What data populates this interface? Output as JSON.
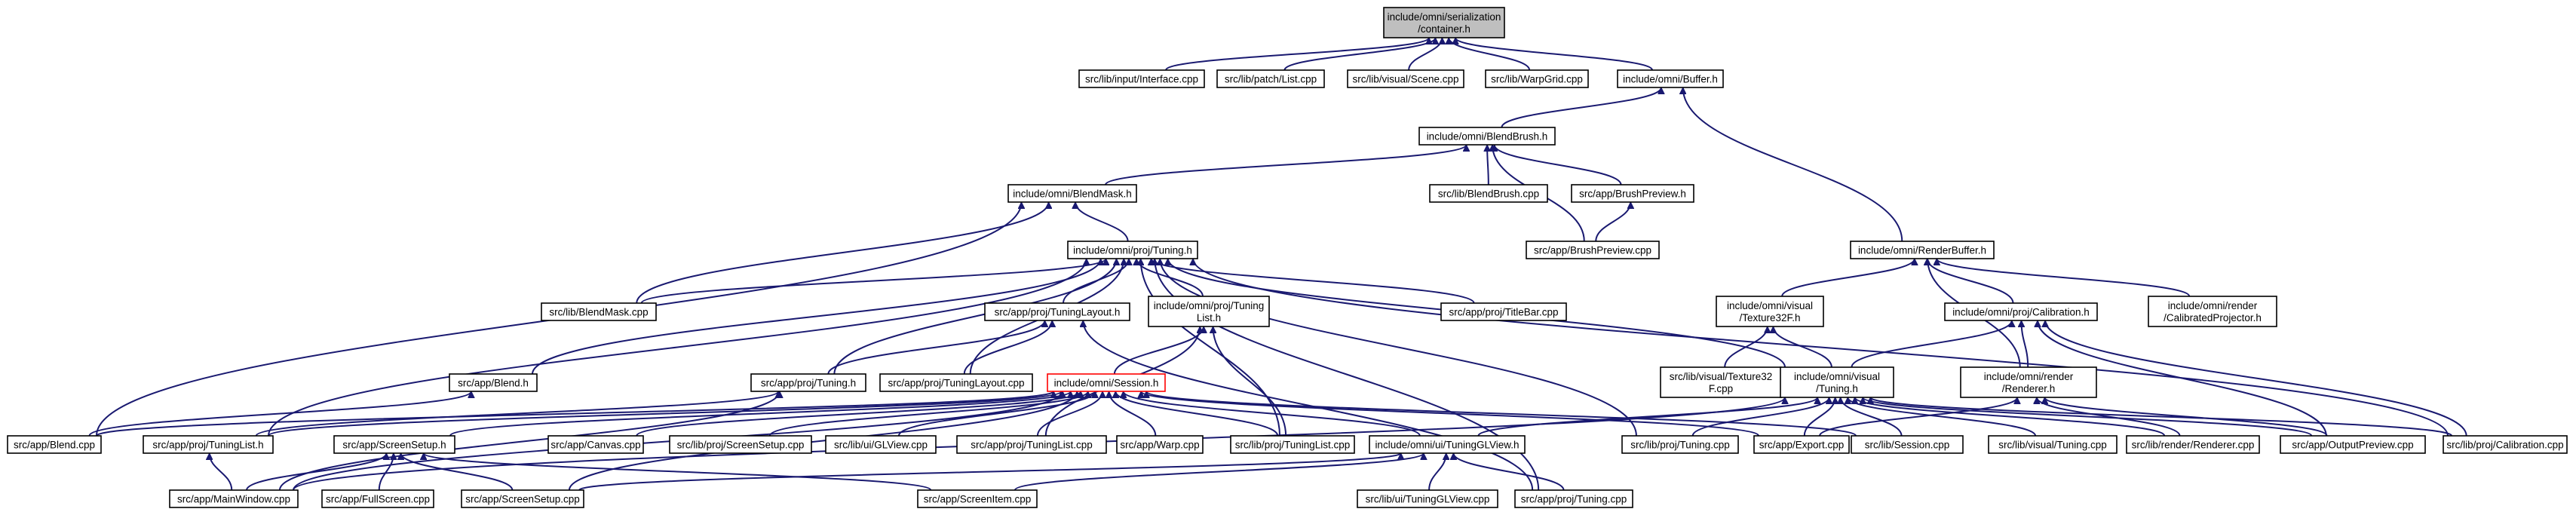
{
  "colors": {
    "edge": "#191970",
    "root_fill": "#bfbfbf",
    "highlight_border": "#ff0000",
    "node_border": "#000000"
  },
  "nodes": [
    {
      "id": "container_h",
      "lines": [
        "include/omni/serialization",
        "/container.h"
      ],
      "style": "root"
    },
    {
      "id": "interface_cpp",
      "lines": [
        "src/lib/input/Interface.cpp"
      ]
    },
    {
      "id": "patch_list_cpp",
      "lines": [
        "src/lib/patch/List.cpp"
      ]
    },
    {
      "id": "scene_cpp",
      "lines": [
        "src/lib/visual/Scene.cpp"
      ]
    },
    {
      "id": "warpgrid_cpp",
      "lines": [
        "src/lib/WarpGrid.cpp"
      ]
    },
    {
      "id": "buffer_h",
      "lines": [
        "include/omni/Buffer.h"
      ]
    },
    {
      "id": "blendbrush_h",
      "lines": [
        "include/omni/BlendBrush.h"
      ]
    },
    {
      "id": "blendmask_h",
      "lines": [
        "include/omni/BlendMask.h"
      ]
    },
    {
      "id": "lib_blendbrush_cpp",
      "lines": [
        "src/lib/BlendBrush.cpp"
      ]
    },
    {
      "id": "brushpreview_h",
      "lines": [
        "src/app/BrushPreview.h"
      ]
    },
    {
      "id": "brushpreview_cpp",
      "lines": [
        "src/app/BrushPreview.cpp"
      ]
    },
    {
      "id": "renderbuffer_h",
      "lines": [
        "include/omni/RenderBuffer.h"
      ]
    },
    {
      "id": "proj_tuning_h",
      "lines": [
        "include/omni/proj/Tuning.h"
      ]
    },
    {
      "id": "lib_blendmask_cpp",
      "lines": [
        "src/lib/BlendMask.cpp"
      ]
    },
    {
      "id": "app_tuninglayout_h",
      "lines": [
        "src/app/proj/TuningLayout.h"
      ]
    },
    {
      "id": "proj_tuninglist_h",
      "lines": [
        "include/omni/proj/Tuning",
        "List.h"
      ]
    },
    {
      "id": "titlebar_cpp",
      "lines": [
        "src/app/proj/TitleBar.cpp"
      ]
    },
    {
      "id": "visual_texture32f_h",
      "lines": [
        "include/omni/visual",
        "/Texture32F.h"
      ]
    },
    {
      "id": "proj_calibration_h",
      "lines": [
        "include/omni/proj/Calibration.h"
      ]
    },
    {
      "id": "calibratedprojector_h",
      "lines": [
        "include/omni/render",
        "/CalibratedProjector.h"
      ]
    },
    {
      "id": "app_blend_h",
      "lines": [
        "src/app/Blend.h"
      ]
    },
    {
      "id": "app_proj_tuning_h",
      "lines": [
        "src/app/proj/Tuning.h"
      ]
    },
    {
      "id": "app_tuninglayout_cpp",
      "lines": [
        "src/app/proj/TuningLayout.cpp"
      ]
    },
    {
      "id": "session_h",
      "lines": [
        "include/omni/Session.h"
      ],
      "style": "red"
    },
    {
      "id": "lib_texture32f_cpp",
      "lines": [
        "src/lib/visual/Texture32",
        "F.cpp"
      ]
    },
    {
      "id": "visual_tuning_h",
      "lines": [
        "include/omni/visual",
        "/Tuning.h"
      ]
    },
    {
      "id": "render_renderer_h",
      "lines": [
        "include/omni/render",
        "/Renderer.h"
      ]
    },
    {
      "id": "app_blend_cpp",
      "lines": [
        "src/app/Blend.cpp"
      ]
    },
    {
      "id": "app_tuninglist_h",
      "lines": [
        "src/app/proj/TuningList.h"
      ]
    },
    {
      "id": "app_screensetup_h",
      "lines": [
        "src/app/ScreenSetup.h"
      ]
    },
    {
      "id": "app_canvas_cpp",
      "lines": [
        "src/app/Canvas.cpp"
      ]
    },
    {
      "id": "lib_screensetup_cpp",
      "lines": [
        "src/lib/proj/ScreenSetup.cpp"
      ]
    },
    {
      "id": "glview_cpp",
      "lines": [
        "src/lib/ui/GLView.cpp"
      ]
    },
    {
      "id": "app_tuninglist_cpp",
      "lines": [
        "src/app/proj/TuningList.cpp"
      ]
    },
    {
      "id": "app_warp_cpp",
      "lines": [
        "src/app/Warp.cpp"
      ]
    },
    {
      "id": "lib_tuninglist_cpp",
      "lines": [
        "src/lib/proj/TuningList.cpp"
      ]
    },
    {
      "id": "ui_tuningglview_h",
      "lines": [
        "include/omni/ui/TuningGLView.h"
      ]
    },
    {
      "id": "lib_proj_tuning_cpp",
      "lines": [
        "src/lib/proj/Tuning.cpp"
      ]
    },
    {
      "id": "app_export_cpp",
      "lines": [
        "src/app/Export.cpp"
      ]
    },
    {
      "id": "lib_session_cpp",
      "lines": [
        "src/lib/Session.cpp"
      ]
    },
    {
      "id": "lib_visual_tuning_cpp",
      "lines": [
        "src/lib/visual/Tuning.cpp"
      ]
    },
    {
      "id": "renderer_cpp",
      "lines": [
        "src/lib/render/Renderer.cpp"
      ]
    },
    {
      "id": "outputpreview_cpp",
      "lines": [
        "src/app/OutputPreview.cpp"
      ]
    },
    {
      "id": "lib_calibration_cpp",
      "lines": [
        "src/lib/proj/Calibration.cpp"
      ]
    },
    {
      "id": "mainwindow_cpp",
      "lines": [
        "src/app/MainWindow.cpp"
      ]
    },
    {
      "id": "fullscreen_cpp",
      "lines": [
        "src/app/FullScreen.cpp"
      ]
    },
    {
      "id": "app_screensetup_cpp",
      "lines": [
        "src/app/ScreenSetup.cpp"
      ]
    },
    {
      "id": "screenitem_cpp",
      "lines": [
        "src/app/ScreenItem.cpp"
      ]
    },
    {
      "id": "tuningglview_cpp",
      "lines": [
        "src/lib/ui/TuningGLView.cpp"
      ]
    },
    {
      "id": "app_proj_tuning_cpp",
      "lines": [
        "src/app/proj/Tuning.cpp"
      ]
    }
  ],
  "edges": [
    [
      "interface_cpp",
      "container_h"
    ],
    [
      "patch_list_cpp",
      "container_h"
    ],
    [
      "scene_cpp",
      "container_h"
    ],
    [
      "warpgrid_cpp",
      "container_h"
    ],
    [
      "buffer_h",
      "container_h"
    ],
    [
      "blendbrush_h",
      "buffer_h"
    ],
    [
      "renderbuffer_h",
      "buffer_h"
    ],
    [
      "blendmask_h",
      "blendbrush_h"
    ],
    [
      "lib_blendbrush_cpp",
      "blendbrush_h"
    ],
    [
      "brushpreview_h",
      "blendbrush_h"
    ],
    [
      "brushpreview_cpp",
      "blendbrush_h"
    ],
    [
      "brushpreview_cpp",
      "brushpreview_h"
    ],
    [
      "proj_tuning_h",
      "blendmask_h"
    ],
    [
      "lib_blendmask_cpp",
      "blendmask_h"
    ],
    [
      "app_blend_cpp",
      "blendmask_h"
    ],
    [
      "lib_blendmask_cpp",
      "proj_tuning_h"
    ],
    [
      "app_tuninglayout_h",
      "proj_tuning_h"
    ],
    [
      "proj_tuninglist_h",
      "proj_tuning_h"
    ],
    [
      "titlebar_cpp",
      "proj_tuning_h"
    ],
    [
      "app_blend_h",
      "proj_tuning_h"
    ],
    [
      "app_proj_tuning_h",
      "proj_tuning_h"
    ],
    [
      "app_tuninglayout_cpp",
      "proj_tuning_h"
    ],
    [
      "visual_tuning_h",
      "proj_tuning_h"
    ],
    [
      "lib_tuninglist_cpp",
      "proj_tuning_h"
    ],
    [
      "lib_proj_tuning_cpp",
      "proj_tuning_h"
    ],
    [
      "lib_calibration_cpp",
      "proj_tuning_h"
    ],
    [
      "app_tuninglist_h",
      "proj_tuning_h"
    ],
    [
      "app_proj_tuning_cpp",
      "proj_tuning_h"
    ],
    [
      "app_proj_tuning_h",
      "app_tuninglayout_h"
    ],
    [
      "app_tuninglayout_cpp",
      "app_tuninglayout_h"
    ],
    [
      "app_proj_tuning_cpp",
      "app_tuninglayout_h"
    ],
    [
      "session_h",
      "proj_tuninglist_h"
    ],
    [
      "app_tuninglist_cpp",
      "proj_tuninglist_h"
    ],
    [
      "lib_tuninglist_cpp",
      "proj_tuninglist_h"
    ],
    [
      "visual_texture32f_h",
      "renderbuffer_h"
    ],
    [
      "proj_calibration_h",
      "renderbuffer_h"
    ],
    [
      "calibratedprojector_h",
      "renderbuffer_h"
    ],
    [
      "render_renderer_h",
      "renderbuffer_h"
    ],
    [
      "lib_texture32f_cpp",
      "visual_texture32f_h"
    ],
    [
      "visual_tuning_h",
      "visual_texture32f_h"
    ],
    [
      "visual_tuning_h",
      "proj_calibration_h"
    ],
    [
      "render_renderer_h",
      "proj_calibration_h"
    ],
    [
      "lib_calibration_cpp",
      "proj_calibration_h"
    ],
    [
      "outputpreview_cpp",
      "proj_calibration_h"
    ],
    [
      "app_blend_cpp",
      "app_blend_h"
    ],
    [
      "mainwindow_cpp",
      "app_proj_tuning_h"
    ],
    [
      "app_tuninglist_h",
      "app_proj_tuning_h"
    ],
    [
      "app_blend_cpp",
      "session_h"
    ],
    [
      "app_tuninglist_h",
      "session_h"
    ],
    [
      "app_screensetup_h",
      "session_h"
    ],
    [
      "app_canvas_cpp",
      "session_h"
    ],
    [
      "lib_screensetup_cpp",
      "session_h"
    ],
    [
      "glview_cpp",
      "session_h"
    ],
    [
      "app_tuninglist_cpp",
      "session_h"
    ],
    [
      "app_warp_cpp",
      "session_h"
    ],
    [
      "lib_tuninglist_cpp",
      "session_h"
    ],
    [
      "ui_tuningglview_h",
      "session_h"
    ],
    [
      "lib_session_cpp",
      "session_h"
    ],
    [
      "app_export_cpp",
      "session_h"
    ],
    [
      "mainwindow_cpp",
      "session_h"
    ],
    [
      "app_screensetup_cpp",
      "session_h"
    ],
    [
      "ui_tuningglview_h",
      "visual_tuning_h"
    ],
    [
      "lib_proj_tuning_cpp",
      "visual_tuning_h"
    ],
    [
      "app_export_cpp",
      "visual_tuning_h"
    ],
    [
      "lib_session_cpp",
      "visual_tuning_h"
    ],
    [
      "lib_visual_tuning_cpp",
      "visual_tuning_h"
    ],
    [
      "renderer_cpp",
      "visual_tuning_h"
    ],
    [
      "outputpreview_cpp",
      "visual_tuning_h"
    ],
    [
      "lib_calibration_cpp",
      "visual_tuning_h"
    ],
    [
      "mainwindow_cpp",
      "visual_tuning_h"
    ],
    [
      "app_export_cpp",
      "render_renderer_h"
    ],
    [
      "renderer_cpp",
      "render_renderer_h"
    ],
    [
      "outputpreview_cpp",
      "render_renderer_h"
    ],
    [
      "mainwindow_cpp",
      "app_tuninglist_h"
    ],
    [
      "mainwindow_cpp",
      "app_screensetup_h"
    ],
    [
      "fullscreen_cpp",
      "app_screensetup_h"
    ],
    [
      "app_screensetup_cpp",
      "app_screensetup_h"
    ],
    [
      "screenitem_cpp",
      "app_screensetup_h"
    ],
    [
      "tuningglview_cpp",
      "ui_tuningglview_h"
    ],
    [
      "app_proj_tuning_cpp",
      "ui_tuningglview_h"
    ],
    [
      "screenitem_cpp",
      "ui_tuningglview_h"
    ],
    [
      "app_screensetup_cpp",
      "ui_tuningglview_h"
    ]
  ]
}
